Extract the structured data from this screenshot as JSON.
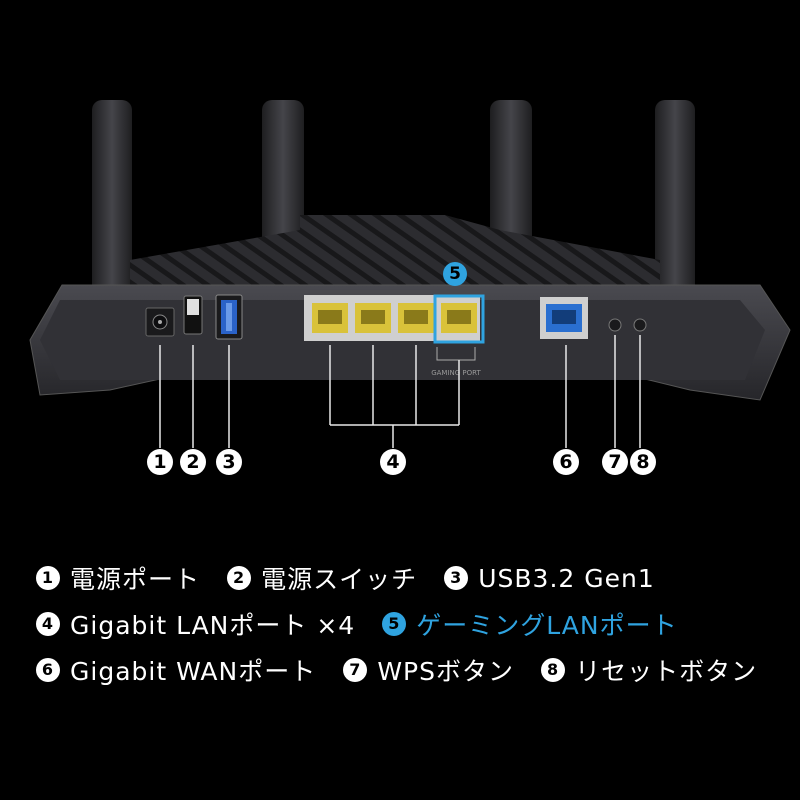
{
  "callouts": [
    "1",
    "2",
    "3",
    "4",
    "5",
    "6",
    "7",
    "8"
  ],
  "gaming_port_label": "GAMING PORT",
  "legend": {
    "row1": [
      {
        "num": "1",
        "text": "電源ポート"
      },
      {
        "num": "2",
        "text": "電源スイッチ"
      },
      {
        "num": "3",
        "text": "USB3.2 Gen1"
      }
    ],
    "row2": [
      {
        "num": "4",
        "text": "Gigabit LANポート ×4"
      },
      {
        "num": "5",
        "text": "ゲーミングLANポート"
      }
    ],
    "row3": [
      {
        "num": "6",
        "text": "Gigabit WANポート"
      },
      {
        "num": "7",
        "text": "WPSボタン"
      },
      {
        "num": "8",
        "text": "リセットボタン"
      }
    ]
  },
  "colors": {
    "background": "#000000",
    "accent": "#2fa3e0",
    "port_yellow": "#d9c23a",
    "port_blue": "#2a6fd0",
    "router_body": "#3a3a3e"
  }
}
